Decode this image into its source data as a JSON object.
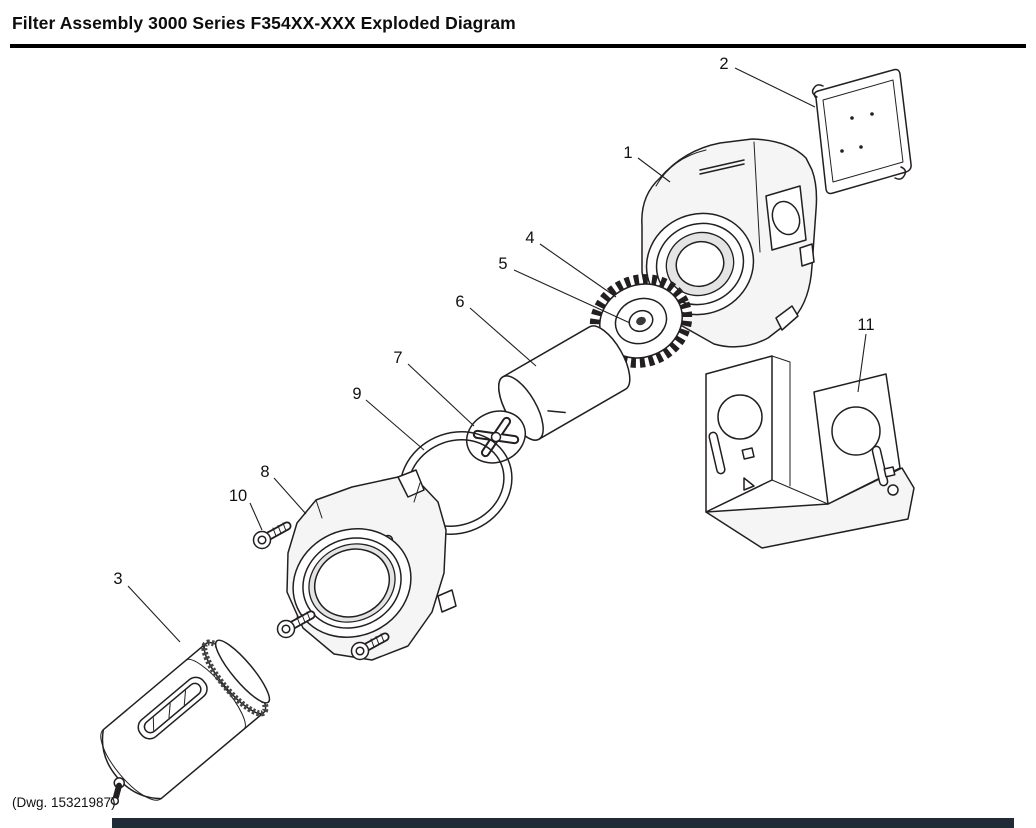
{
  "page": {
    "title": "Filter Assembly 3000 Series F354XX-XXX Exploded Diagram",
    "dwg_label": "(Dwg. 15321987)"
  },
  "diagram": {
    "type": "exploded-parts-diagram",
    "callouts": [
      {
        "number": "1"
      },
      {
        "number": "2"
      },
      {
        "number": "3"
      },
      {
        "number": "4"
      },
      {
        "number": "5"
      },
      {
        "number": "6"
      },
      {
        "number": "7"
      },
      {
        "number": "8"
      },
      {
        "number": "9"
      },
      {
        "number": "10"
      },
      {
        "number": "11"
      }
    ]
  },
  "colors": {
    "line": "#231f20",
    "title_rule": "#000000",
    "footer_bar": "#202b38"
  }
}
